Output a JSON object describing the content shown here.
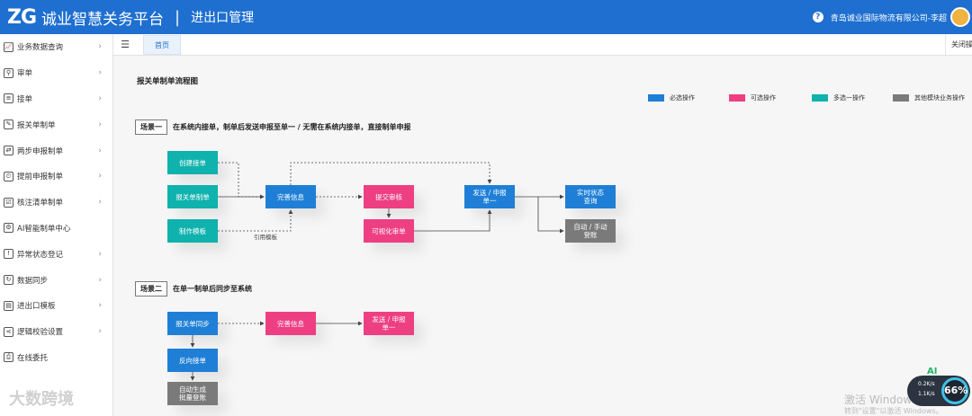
{
  "header": {
    "logo": "ZG",
    "brand": "诚业智慧关务平台",
    "separator": "|",
    "module": "进出口管理",
    "help_icon": "?",
    "user": "青岛诚业国际物流有限公司-李超"
  },
  "sidebar": {
    "items": [
      {
        "label": "业务数据查询",
        "icon": "chart-line-icon",
        "glyph": "📈",
        "has_chevron": true
      },
      {
        "label": "审单",
        "icon": "user-icon",
        "glyph": "⚲",
        "has_chevron": true
      },
      {
        "label": "接单",
        "icon": "document-icon",
        "glyph": "≡",
        "has_chevron": true
      },
      {
        "label": "报关单制单",
        "icon": "form-icon",
        "glyph": "✎",
        "has_chevron": true
      },
      {
        "label": "两步申报制单",
        "icon": "two-step-icon",
        "glyph": "⇄",
        "has_chevron": true
      },
      {
        "label": "提前申报制单",
        "icon": "advance-icon",
        "glyph": "⏲",
        "has_chevron": true
      },
      {
        "label": "核注清单制单",
        "icon": "checklist-icon",
        "glyph": "☑",
        "has_chevron": true
      },
      {
        "label": "AI智能制单中心",
        "icon": "ai-icon",
        "glyph": "⚙",
        "has_chevron": false
      },
      {
        "label": "异常状态登记",
        "icon": "warning-icon",
        "glyph": "!",
        "has_chevron": true
      },
      {
        "label": "数据同步",
        "icon": "sync-icon",
        "glyph": "↻",
        "has_chevron": true
      },
      {
        "label": "进出口模板",
        "icon": "template-icon",
        "glyph": "▤",
        "has_chevron": true
      },
      {
        "label": "逻辑校验设置",
        "icon": "share-icon",
        "glyph": "⋖",
        "has_chevron": true
      },
      {
        "label": "在线委托",
        "icon": "entrust-icon",
        "glyph": "⎙",
        "has_chevron": false
      }
    ],
    "chevron": "›"
  },
  "tabs": {
    "menu_icon": "☰",
    "home": "首页",
    "close_ops": "关闭操作"
  },
  "page": {
    "title": "报关单制单流程图"
  },
  "legend": [
    {
      "label": "必选操作",
      "color": "#1f7fd6"
    },
    {
      "label": "可选操作",
      "color": "#ee3f83"
    },
    {
      "label": "多选一操作",
      "color": "#0fb2ad"
    },
    {
      "label": "其他模块业务操作",
      "color": "#7a7a7a"
    }
  ],
  "scene1": {
    "tag": "场景一",
    "desc": "在系统内接单，制单后发送申报至单一 / 无需在系统内接单，直接制单申报",
    "nodes": {
      "create_order": "创建接单",
      "customs_form": "报关单制单",
      "make_template": "制作模板",
      "complete_info": "完善信息",
      "submit_review": "提交审核",
      "visual_review": "可视化审单",
      "send_declare": "发送 / 申报\n单一",
      "realtime_query": "实时状态\n查询",
      "auto_register": "自动 / 手动\n登账"
    },
    "reference_note": "引用模板"
  },
  "scene2": {
    "tag": "场景二",
    "desc": "在单一制单后同步至系统",
    "nodes": {
      "sync_form": "报关单同步",
      "complete_info": "完善信息",
      "send_declare": "发送 / 申报\n单一",
      "reverse_order": "反向接单",
      "auto_generate": "自动生成\n批量登账"
    }
  },
  "overlay": {
    "watermark": "大数跨境",
    "activate1": "激活 Windows",
    "activate2": "转到\"设置\"以激活 Windows。",
    "ai": "AI",
    "up": "0.2K/s",
    "down": "1.1K/s",
    "percent": "66%"
  }
}
